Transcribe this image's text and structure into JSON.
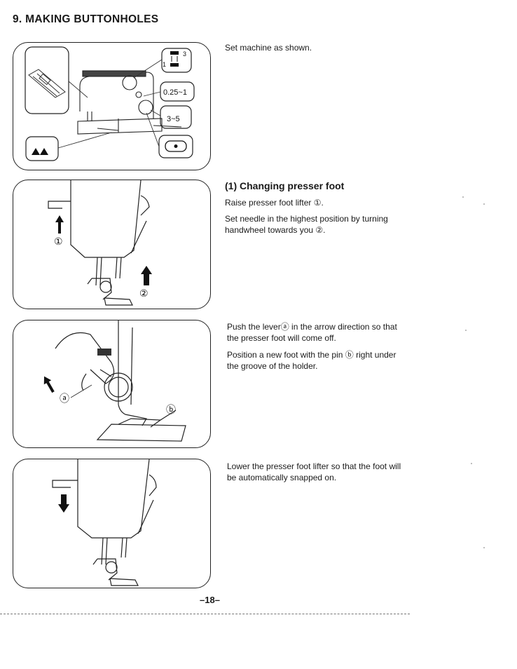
{
  "heading": "9. MAKING BUTTONHOLES",
  "section1": {
    "text": "Set machine as shown.",
    "indicators": {
      "stitch_width_top": "3",
      "stitch_width_bottom": "1",
      "stitch_length": "0.25~1",
      "tension": "3~5"
    }
  },
  "section2": {
    "title": "(1) Changing presser foot",
    "step1": "Raise presser foot lifter ①.",
    "step2": "Set needle in the highest position by turning handwheel towards you ②.",
    "labels": {
      "lifter": "①",
      "handwheel": "②"
    }
  },
  "section3": {
    "step1": "Push the leverⓐ in the arrow direction so that the presser foot will come off.",
    "step2": "Position a new foot with the pin ⓑ right under the groove of the holder.",
    "labels": {
      "lever": "ⓐ",
      "pin": "ⓑ"
    }
  },
  "section4": {
    "step1": "Lower the presser foot lifter so that the foot will be automatically snapped on."
  },
  "page_number": "–18–"
}
